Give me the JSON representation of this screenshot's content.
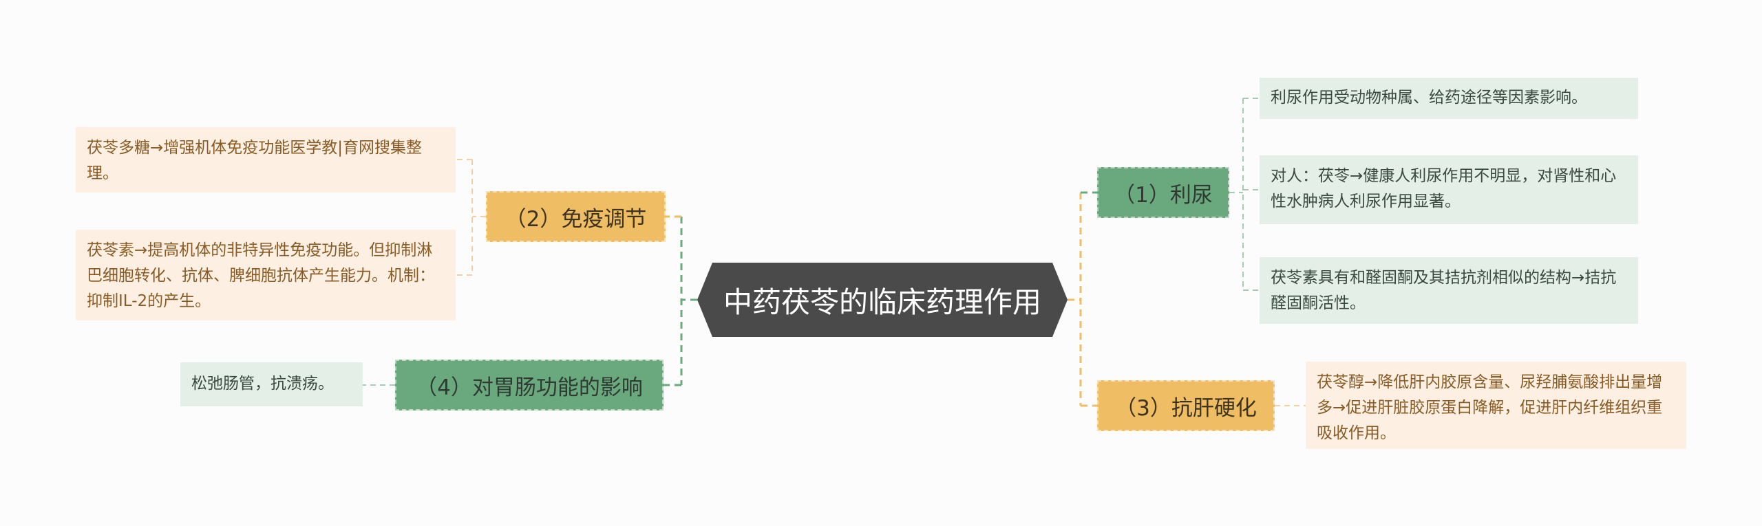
{
  "center": {
    "title": "中药茯苓的临床药理作用"
  },
  "branches": {
    "b1": {
      "label": "（1）利尿"
    },
    "b2": {
      "label": "（2）免疫调节"
    },
    "b3": {
      "label": "（3）抗肝硬化"
    },
    "b4": {
      "label": "（4）对胃肠功能的影响"
    }
  },
  "leaves": {
    "b1_1": "利尿作用受动物种属、给药途径等因素影响。",
    "b1_2": "对人：茯苓→健康人利尿作用不明显，对肾性和心性水肿病人利尿作用显著。",
    "b1_3": "茯苓素具有和醛固酮及其拮抗剂相似的结构→拮抗醛固酮活性。",
    "b2_1": "茯苓多糖→增强机体免疫功能医学教|育网搜集整理。",
    "b2_2": "茯苓素→提高机体的非特异性免疫功能。但抑制淋巴细胞转化、抗体、脾细胞抗体产生能力。机制：抑制IL-2的产生。",
    "b3_1": "茯苓醇→降低肝内胶原含量、尿羟脯氨酸排出量增多→促进肝脏胶原蛋白降解，促进肝内纤维组织重吸收作用。",
    "b4_1": "松弛肠管，抗溃疡。"
  },
  "colors": {
    "center_bg": "#4a4a4a",
    "green": "#6aa97e",
    "orange": "#efbd63",
    "leaf_green_bg": "#e3efe7",
    "leaf_orange_bg": "#fdf0e2"
  }
}
